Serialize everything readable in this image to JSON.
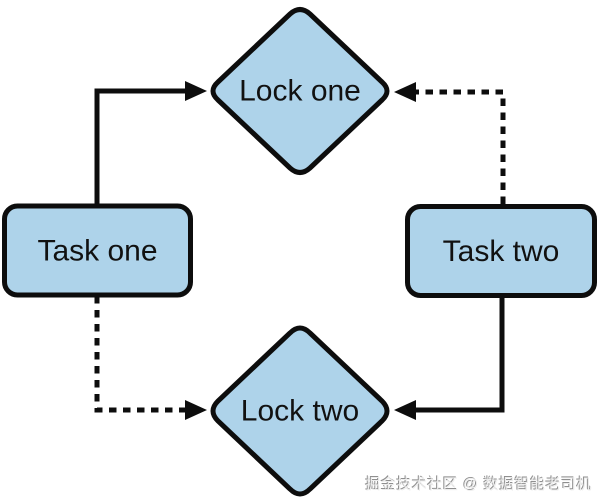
{
  "diagram": {
    "type": "flowchart-deadlock",
    "colors": {
      "background": "#ffffff",
      "node_fill": "#aed3ea",
      "node_stroke": "#0d0d0d",
      "edge_color": "#0d0d0d",
      "label_color": "#111111",
      "watermark_color": "#ededed",
      "watermark_shadow": "#8f8f8f"
    },
    "nodes": {
      "lock_one": {
        "label": "Lock one",
        "shape": "diamond"
      },
      "task_one": {
        "label": "Task one",
        "shape": "rounded-rectangle"
      },
      "task_two": {
        "label": "Task two",
        "shape": "rounded-rectangle"
      },
      "lock_two": {
        "label": "Lock two",
        "shape": "diamond"
      }
    },
    "edges": [
      {
        "from": "Task one",
        "to": "Lock one",
        "style": "solid"
      },
      {
        "from": "Task two",
        "to": "Lock one",
        "style": "dashed"
      },
      {
        "from": "Task one",
        "to": "Lock two",
        "style": "dashed"
      },
      {
        "from": "Task two",
        "to": "Lock two",
        "style": "solid"
      }
    ],
    "watermark": "掘金技术社区 @ 数据智能老司机"
  }
}
